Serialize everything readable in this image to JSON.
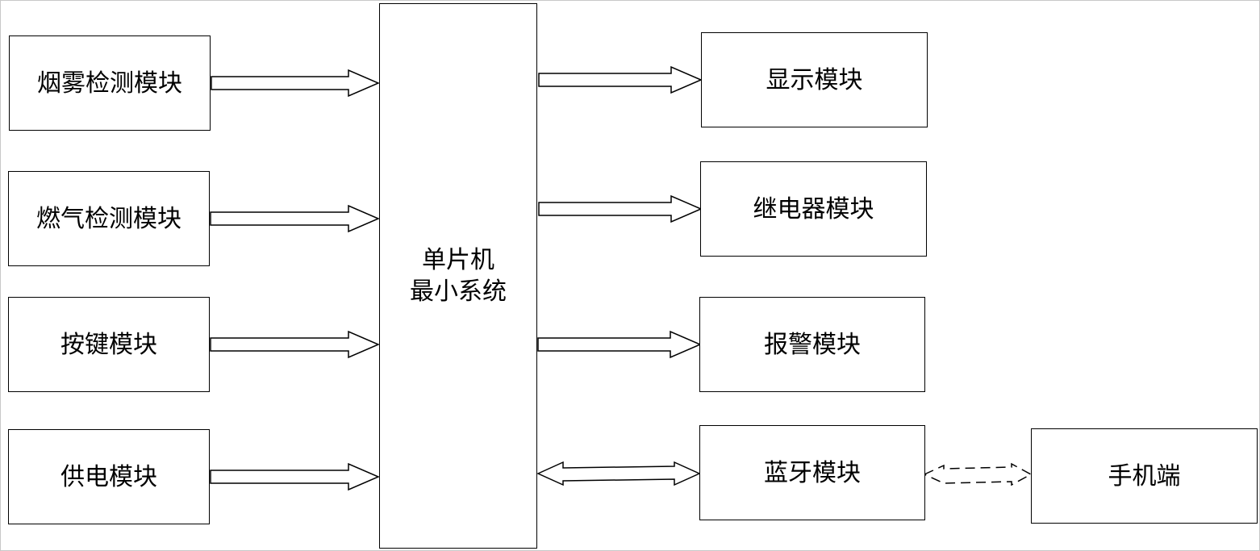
{
  "modules": {
    "smoke": "烟雾检测模块",
    "gas": "燃气检测模块",
    "keys": "按键模块",
    "power": "供电模块",
    "mcu_line1": "单片机",
    "mcu_line2": "最小系统",
    "display": "显示模块",
    "relay": "继电器模块",
    "alarm": "报警模块",
    "bluetooth": "蓝牙模块",
    "phone": "手机端"
  }
}
